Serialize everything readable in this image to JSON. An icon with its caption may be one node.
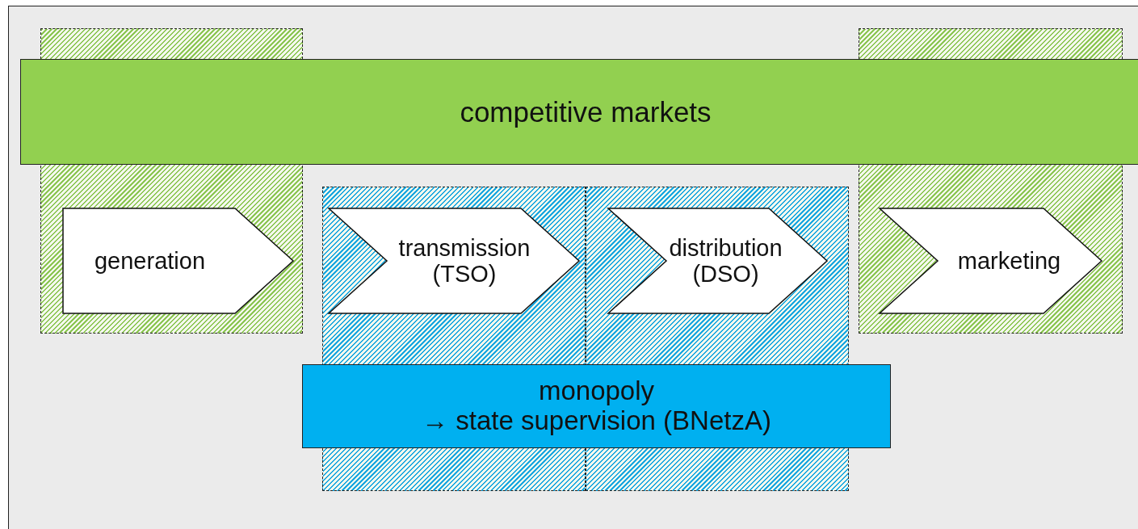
{
  "diagram": {
    "nodes": [
      {
        "text": [
          "competitive markets"
        ]
      },
      {
        "text": [],
        "shape": "box"
      },
      {
        "text": [
          "generation"
        ],
        "in": 1
      },
      {
        "text": [],
        "shape": "box"
      },
      {
        "text": [
          "transmission (TSO)"
        ],
        "in": 3
      },
      {
        "text": [],
        "shape": "box"
      },
      {
        "text": [
          "distribution (DSO)"
        ],
        "in": 5
      },
      {
        "text": [],
        "shape": "box"
      },
      {
        "text": [
          "marketing"
        ],
        "in": 7
      },
      {
        "text": [
          "monopoly",
          "→ state supervision (BNetzA)"
        ]
      }
    ]
  }
}
